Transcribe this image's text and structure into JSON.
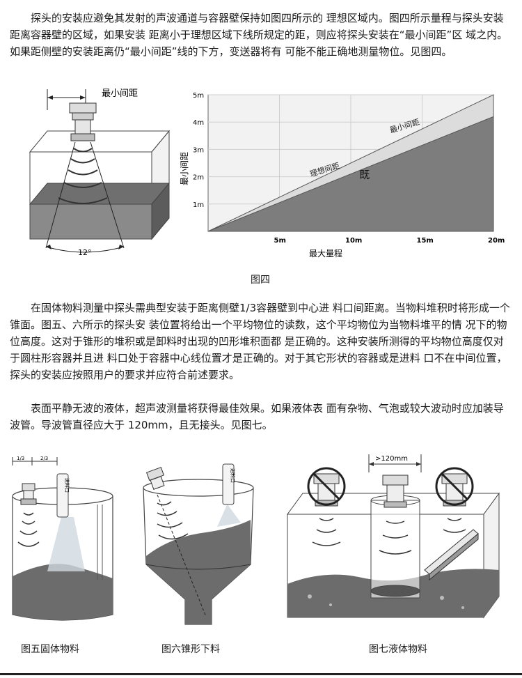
{
  "doc": {
    "para1": "　　探头的安装应避免其发射的声波通道与容器壁保持如图四所示的 理想区域内。图四所示量程与探头安装距离容器壁的区域，如果安装 距离小于理想区域下线所规定的距，则应将探头安装在“最小间距”区 域之内。如果距侧壁的安装距离仍“最小间距”线的下方，变送器将有 可能不能正确地测量物位。见图四。",
    "para2": "　　在固体物料测量中探头需典型安装于距离侧壁1/3容器壁到中心进 料口间距离。当物料堆积时将形成一个锥面。图五、六所示的探头安 装位置将给出一个平均物位的读数，这个平均物位为当物料堆平的情 况下的物位高度。这对于锥形的堆积或是卸料时出现的凹形堆积面都 是正确的。这种安装所测得的平均物位高度仅对于圆柱形容器并且进 料口处于容器中心线位置才是正确的。对于其它形状的容器或是进料 口不在中间位置，探头的安装应按照用户的要求并应符合前述要求。",
    "para3": "　　表面平静无波的液体，超声波测量将获得最佳效果。如果液体表 面有杂物、气泡或较大波动时应加装导波管。导波管直径应大于 120mm，且无接头。见图七。"
  },
  "fig4": {
    "caption": "图四",
    "box_label": "最小间距",
    "angle_label": "12°"
  },
  "chart_data": {
    "type": "area",
    "xlabel": "最大量程",
    "ylabel": "最小间距",
    "x_ticks": [
      "5m",
      "10m",
      "15m",
      "20m"
    ],
    "y_ticks": [
      "1m",
      "2m",
      "3m",
      "4m",
      "5m"
    ],
    "xlim": [
      0,
      20
    ],
    "ylim": [
      0,
      5
    ],
    "series": [
      {
        "name": "理想间距",
        "x": [
          0,
          20
        ],
        "y": [
          0,
          5
        ],
        "color": "#dcdcdc"
      },
      {
        "name": "最小间距",
        "x": [
          0,
          20
        ],
        "y": [
          0,
          4.2
        ],
        "color": "#7d7d7d"
      }
    ],
    "annotations": [
      "理想间距",
      "最小间距",
      "既"
    ],
    "grid": true
  },
  "fig5": {
    "caption": "图五固体物料",
    "dim1": "1/3",
    "dim2": "2/3",
    "pipe_label": "进料口"
  },
  "fig6": {
    "caption": "图六锥形下料",
    "pipe_label": "进料口"
  },
  "fig7": {
    "caption": "图七液体物料",
    "dim": ">120mm"
  }
}
